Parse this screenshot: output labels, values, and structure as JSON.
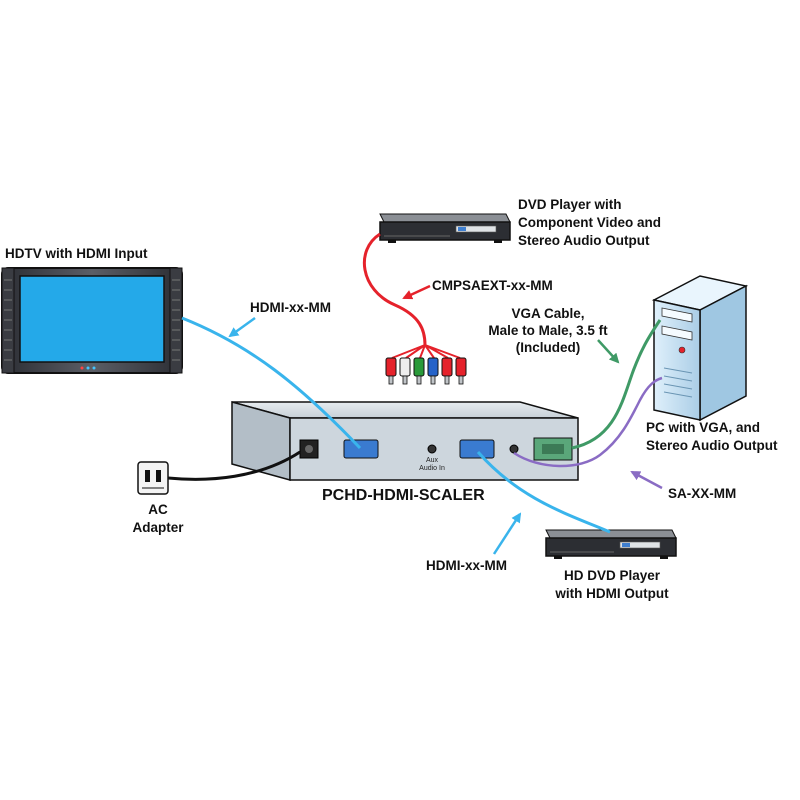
{
  "colors": {
    "hdmi_cable": "#39b4ec",
    "component_cable": "#e5222b",
    "vga_cable": "#3f9a66",
    "audio_cable": "#8a6cc4",
    "power_cable": "#111111",
    "tv_screen": "#24a9e9",
    "scaler_body": "#cdd6dd",
    "pc_case": "#c9e2f2"
  },
  "icons": [
    "hdtv-icon",
    "dvd-player-icon",
    "pc-tower-icon",
    "scaler-box-icon",
    "ac-adapter-icon",
    "hd-dvd-player-icon",
    "rca-plugs-icon"
  ],
  "devices": {
    "hdtv": {
      "label": "HDTV with HDMI Input"
    },
    "dvd_player": {
      "label_lines": [
        "DVD Player with",
        "Component Video and",
        "Stereo Audio Output"
      ]
    },
    "pc": {
      "label_lines": [
        "PC with VGA, and",
        "Stereo Audio Output"
      ]
    },
    "scaler": {
      "label": "PCHD-HDMI-SCALER",
      "port_label_lines": [
        "Aux",
        "Audio In"
      ]
    },
    "ac_adapter": {
      "label_lines": [
        "AC",
        "Adapter"
      ]
    },
    "hd_dvd_player": {
      "label_lines": [
        "HD DVD Player",
        "with HDMI Output"
      ]
    }
  },
  "cables": {
    "hdmi_out": {
      "label": "HDMI-xx-MM"
    },
    "component": {
      "label": "CMPSAEXT-xx-MM"
    },
    "vga": {
      "label_lines": [
        "VGA Cable,",
        "Male to Male, 3.5 ft",
        "(Included)"
      ]
    },
    "audio": {
      "label": "SA-XX-MM"
    },
    "hdmi_in": {
      "label": "HDMI-xx-MM"
    }
  }
}
